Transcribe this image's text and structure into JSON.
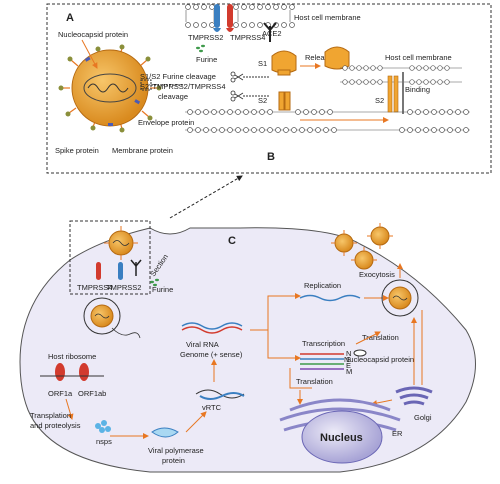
{
  "panels": {
    "a": "A",
    "b": "B",
    "c": "C"
  },
  "panel_a": {
    "nucleocapsid": "Nucleocapsid protein",
    "envelope": "Envelope protein",
    "spike": "Spike protein",
    "membrane": "Membrane protein",
    "furine": "Furine",
    "tmprss2": "TMPRSS2",
    "tmprss4": "TMPRSS4",
    "ace2": "ACE2",
    "host_membrane_top": "Host cell membrane",
    "host_membrane_right": "Host cell membrane",
    "s1s2": "S1/S2 Furine cleavage",
    "s2prime": "S2' TMPRSS2/TMPRSS4",
    "cleavage": "cleavage",
    "s1": "S1",
    "s2": "S2",
    "s2b": "S2",
    "release": "Release",
    "binding": "Binding"
  },
  "panel_c": {
    "tmprss4": "TMPRSS4",
    "tmprss2": "TMPRSS2",
    "section": "Section",
    "furine": "Furine",
    "host_ribosome": "Host ribosome",
    "orf1a": "ORF1a",
    "orf1ab": "ORF1ab",
    "transplation": "Transplation",
    "proteolysis": "and proteolysis",
    "nsps": "nsps",
    "viral_polymerase_1": "Viral polymerase",
    "viral_polymerase_2": "protein",
    "viral_rna_1": "Viral RNA",
    "viral_rna_2": "Genome (+ sense)",
    "vrtc": "vRTC",
    "replication": "Replication",
    "transcription": "Transcription",
    "translation_1": "Translation",
    "translation_2": "Translation",
    "nucleocapsid": "Nucleocapsid protein",
    "exocytosis": "Exocytosis",
    "golgi": "Golgi",
    "er": "ER",
    "nucleus": "Nucleus",
    "gene_n": "N",
    "gene_s": "S",
    "gene_e": "E",
    "gene_m": "M"
  }
}
